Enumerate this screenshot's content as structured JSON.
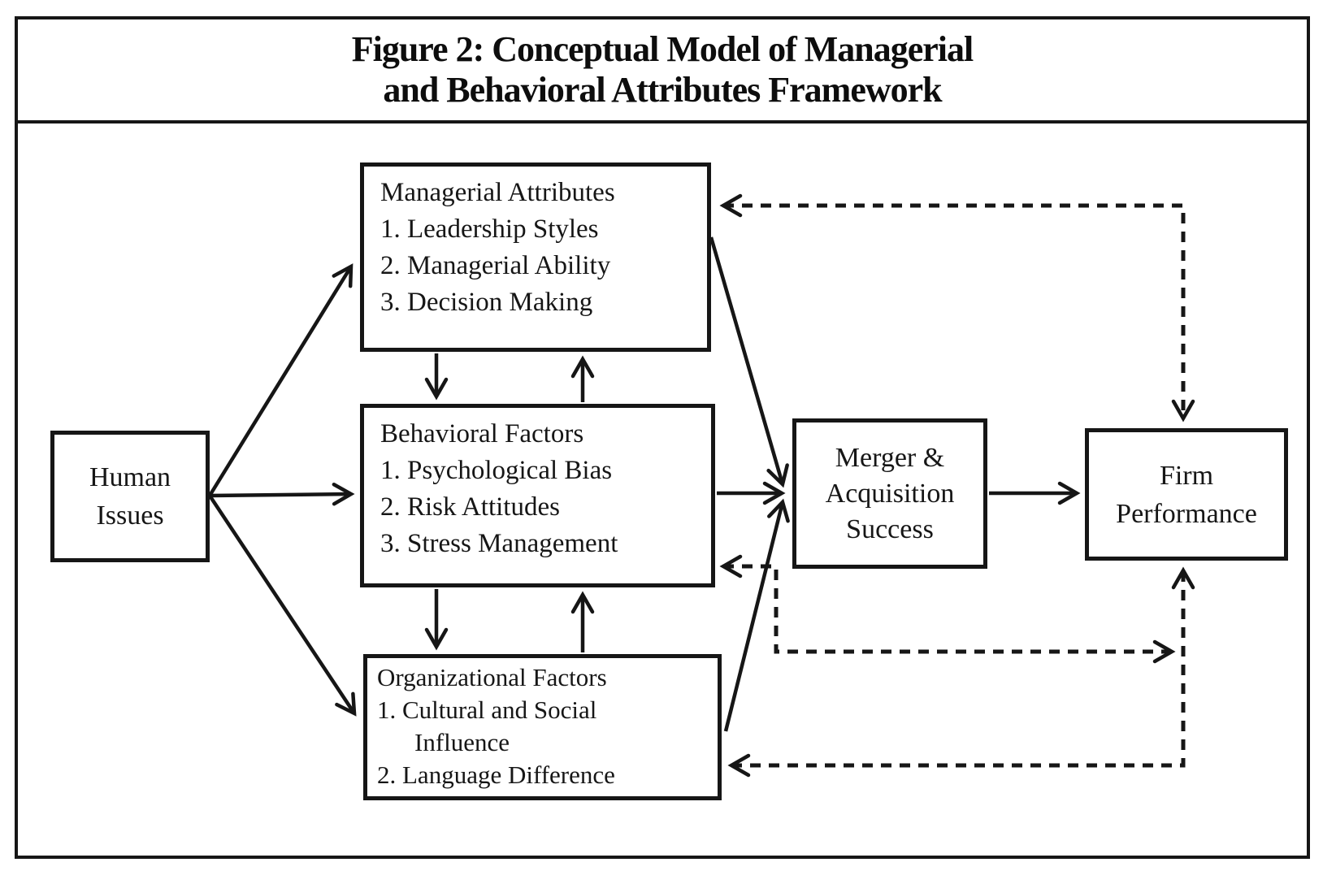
{
  "figure": {
    "title_line1": "Figure 2: Conceptual Model of Managerial",
    "title_line2": "and Behavioral Attributes Framework"
  },
  "boxes": {
    "human_issues": {
      "line1": "Human",
      "line2": "Issues"
    },
    "managerial_attributes": {
      "heading": "Managerial Attributes",
      "item1": "1. Leadership Styles",
      "item2": "2. Managerial Ability",
      "item3": "3. Decision Making"
    },
    "behavioral_factors": {
      "heading": "Behavioral Factors",
      "item1": "1. Psychological Bias",
      "item2": "2. Risk Attitudes",
      "item3": "3. Stress Management"
    },
    "organizational_factors": {
      "heading": "Organizational Factors",
      "item1": "1. Cultural and Social",
      "item1_cont": "Influence",
      "item2": "2. Language Difference"
    },
    "ma_success": {
      "line1": "Merger &",
      "line2": "Acquisition",
      "line3": "Success"
    },
    "firm_performance": {
      "line1": "Firm",
      "line2": "Performance"
    }
  },
  "edges": [
    {
      "from": "Human Issues",
      "to": "Managerial Attributes",
      "style": "solid",
      "direction": "one-way"
    },
    {
      "from": "Human Issues",
      "to": "Behavioral Factors",
      "style": "solid",
      "direction": "one-way"
    },
    {
      "from": "Human Issues",
      "to": "Organizational Factors",
      "style": "solid",
      "direction": "one-way"
    },
    {
      "from": "Managerial Attributes",
      "to": "Behavioral Factors",
      "style": "solid",
      "direction": "two-way-pair"
    },
    {
      "from": "Behavioral Factors",
      "to": "Organizational Factors",
      "style": "solid",
      "direction": "two-way-pair"
    },
    {
      "from": "Managerial Attributes",
      "to": "Merger & Acquisition Success",
      "style": "solid",
      "direction": "one-way"
    },
    {
      "from": "Behavioral Factors",
      "to": "Merger & Acquisition Success",
      "style": "solid",
      "direction": "one-way"
    },
    {
      "from": "Organizational Factors",
      "to": "Merger & Acquisition Success",
      "style": "solid",
      "direction": "one-way"
    },
    {
      "from": "Merger & Acquisition Success",
      "to": "Firm Performance",
      "style": "solid",
      "direction": "one-way"
    },
    {
      "from": "Firm Performance",
      "to": "Managerial Attributes",
      "style": "dashed",
      "direction": "two-way"
    },
    {
      "from": "Firm Performance",
      "to": "Behavioral Factors",
      "style": "dashed",
      "direction": "two-way"
    },
    {
      "from": "Firm Performance",
      "to": "Organizational Factors",
      "style": "dashed",
      "direction": "two-way"
    }
  ],
  "colors": {
    "line": "#161616",
    "background": "#ffffff",
    "text": "#161616"
  }
}
